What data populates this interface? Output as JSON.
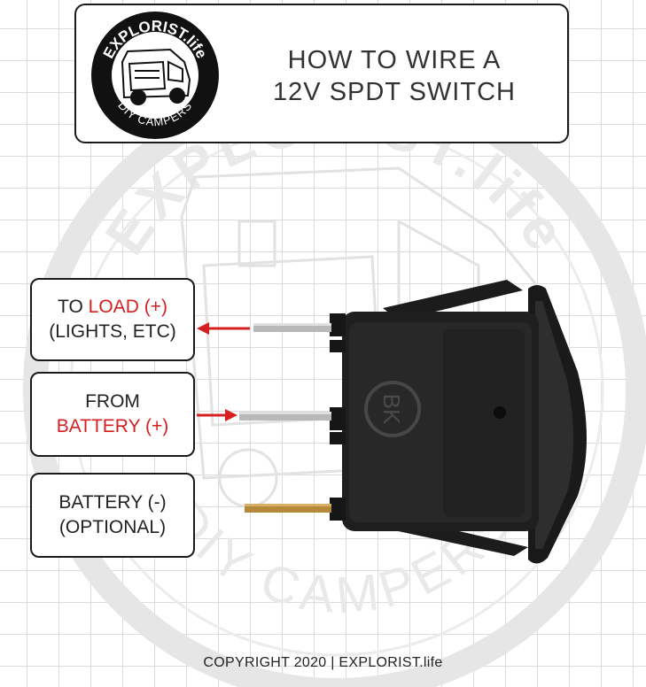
{
  "title": {
    "line1": "HOW TO WIRE A",
    "line2": "12V SPDT SWITCH"
  },
  "logo": {
    "top_text": "EXPLORIST.life",
    "bottom_text": "DIY CAMPERS"
  },
  "labels": {
    "load": {
      "prefix": "TO ",
      "highlight": "LOAD (+)",
      "line2": "(LIGHTS, ETC)"
    },
    "battery_pos": {
      "line1": "FROM",
      "highlight": "BATTERY (+)"
    },
    "battery_neg": {
      "line1": "BATTERY (-)",
      "line2": "(OPTIONAL)"
    }
  },
  "switch": {
    "embossed_text": "BK"
  },
  "watermark": {
    "top_text": "EXPLORIST.life",
    "bottom_text": "DIY CAMPERS"
  },
  "footer": {
    "text": "COPYRIGHT 2020 | EXPLORIST.life"
  },
  "colors": {
    "accent": "#d42020",
    "frame": "#1a1a1a",
    "grid": "#dcdcdc"
  }
}
